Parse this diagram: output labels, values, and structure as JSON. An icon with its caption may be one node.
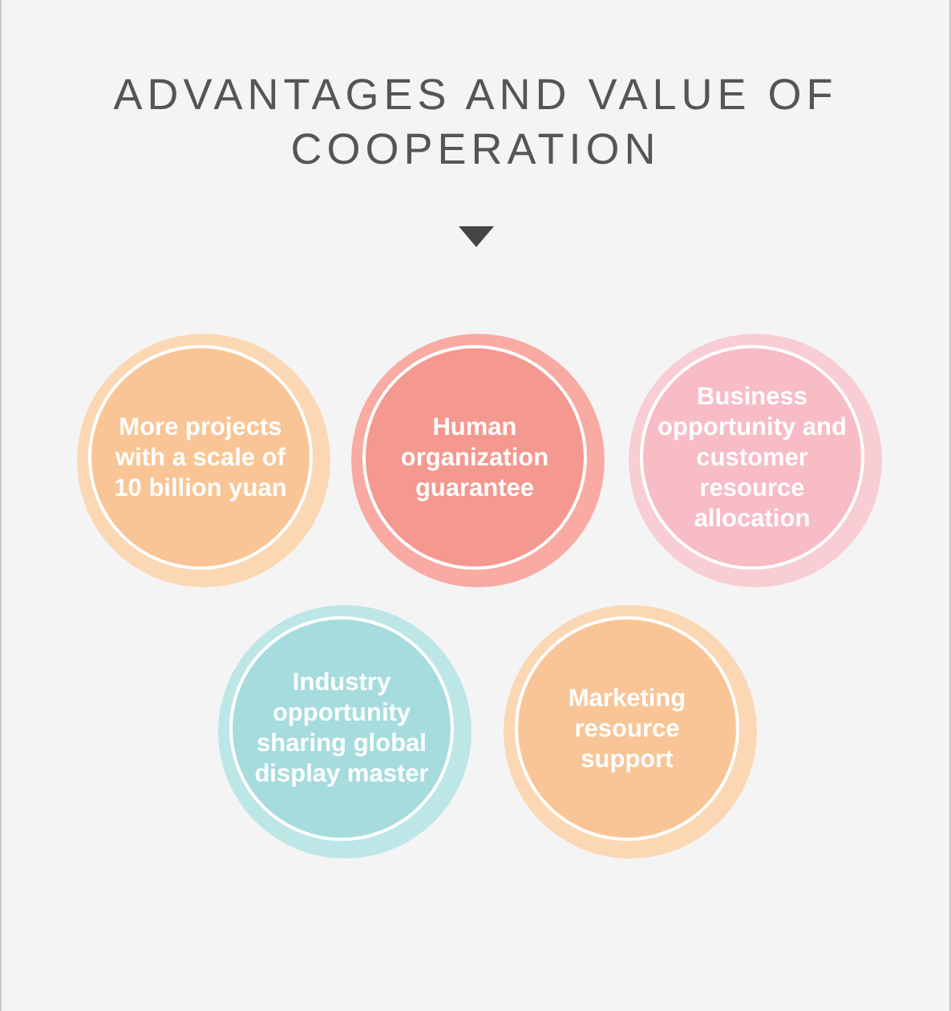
{
  "diagram": {
    "title": "ADVANTAGES AND VALUE OF COOPERATION",
    "nodes": [
      {
        "text": [
          "More projects with a scale of 10 billion yuan"
        ]
      },
      {
        "text": [
          "Human organization guarantee"
        ]
      },
      {
        "text": [
          "Business opportunity and customer resource allocation"
        ]
      },
      {
        "text": [
          "Industry opportunity sharing global display master"
        ]
      },
      {
        "text": [
          "Marketing resource support"
        ]
      }
    ]
  }
}
